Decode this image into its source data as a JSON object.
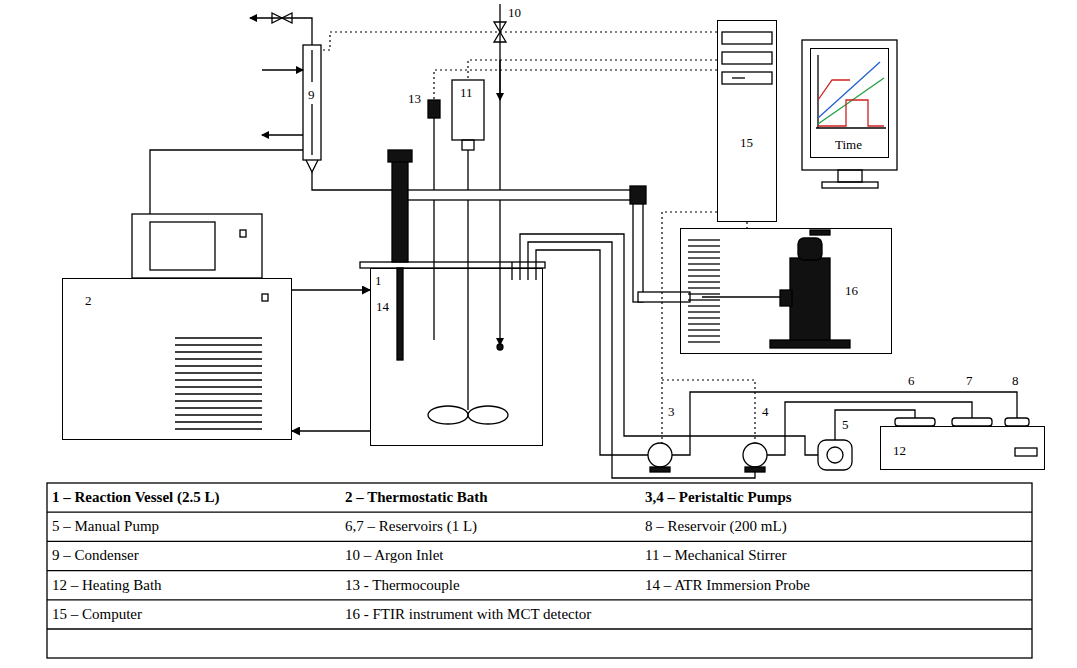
{
  "diagram": {
    "nodes": [
      {
        "text": [
          "2"
        ]
      },
      {
        "text": [
          "1"
        ]
      },
      {
        "text": [
          "15"
        ]
      },
      {
        "text": [
          "Time"
        ]
      },
      {
        "text": [
          "16"
        ]
      },
      {
        "text": [
          "12"
        ]
      }
    ],
    "edges": [
      {
        "from": 0,
        "to": 1,
        "arrow": "to"
      },
      {
        "from": 1,
        "to": 0,
        "arrow": "to"
      }
    ],
    "labels": [
      "3",
      "4",
      "5",
      "6",
      "7",
      "8",
      "9",
      "10",
      "11",
      "13",
      "14",
      "1 – Reaction Vessel (2.5 L)",
      "2 – Thermostatic Bath",
      "3,4 – Peristaltic Pumps",
      "5 – Manual Pump",
      "6,7 – Reservoirs (1 L)",
      "8 – Reservoir (200 mL)",
      "9 – Condenser",
      "10 – Argon Inlet",
      "11 – Mechanical Stirrer",
      "12 – Heating Bath",
      "13 - Thermocouple",
      "14 – ATR Immersion Probe",
      "15 – Computer",
      "16 - FTIR instrument with MCT detector"
    ]
  }
}
